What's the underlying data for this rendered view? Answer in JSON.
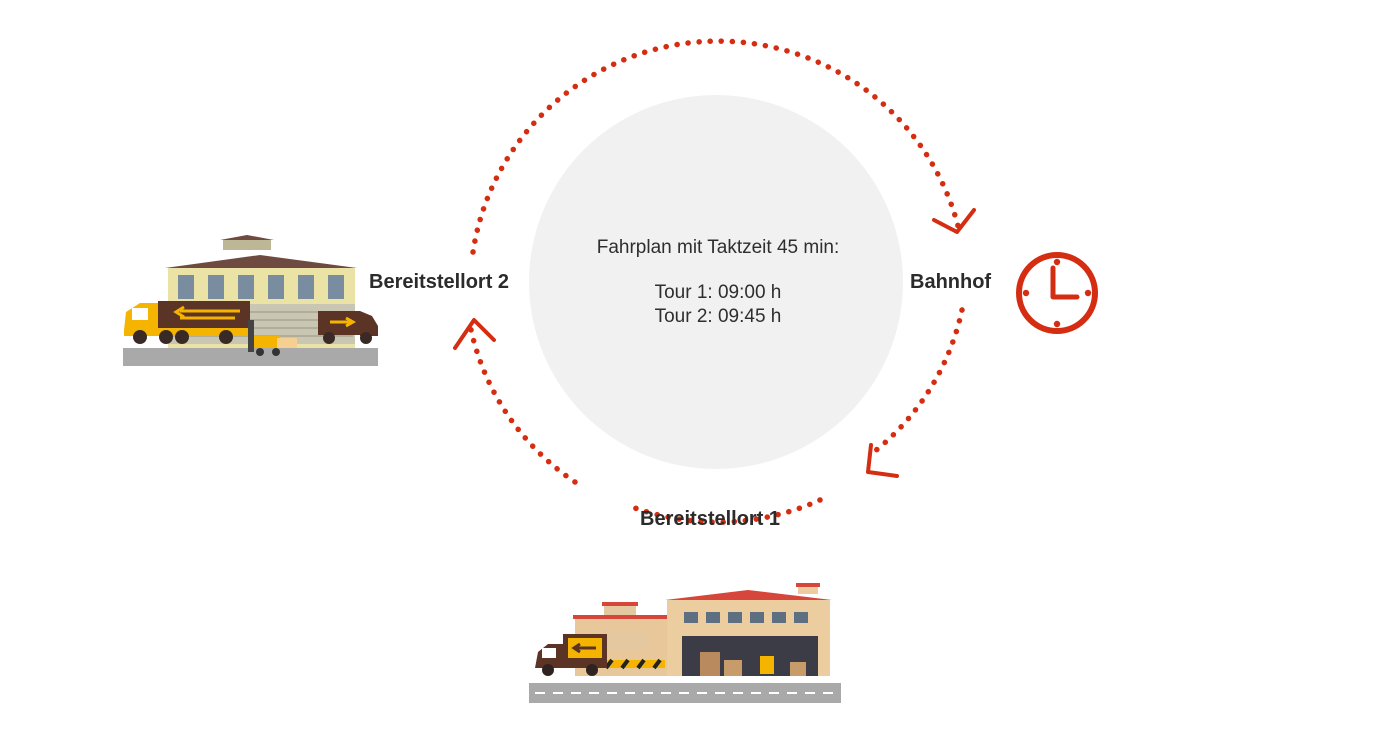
{
  "schedule": {
    "heading": "Fahrplan mit Taktzeit 45 min:",
    "tours": [
      "Tour 1: 09:00 h",
      "Tour 2: 09:45 h"
    ]
  },
  "stations": {
    "station_2": "Bereitstellort 2",
    "station_1": "Bereitstellort 1",
    "station_bahnhof": "Bahnhof"
  },
  "icons": {
    "clock": "clock-icon",
    "warehouse_left": "warehouse-with-trucks-icon",
    "warehouse_bottom": "warehouse-with-van-icon"
  },
  "colors": {
    "route": "#d42d12",
    "center_disc": "#f1f1f2",
    "text": "#2b2b2b"
  }
}
